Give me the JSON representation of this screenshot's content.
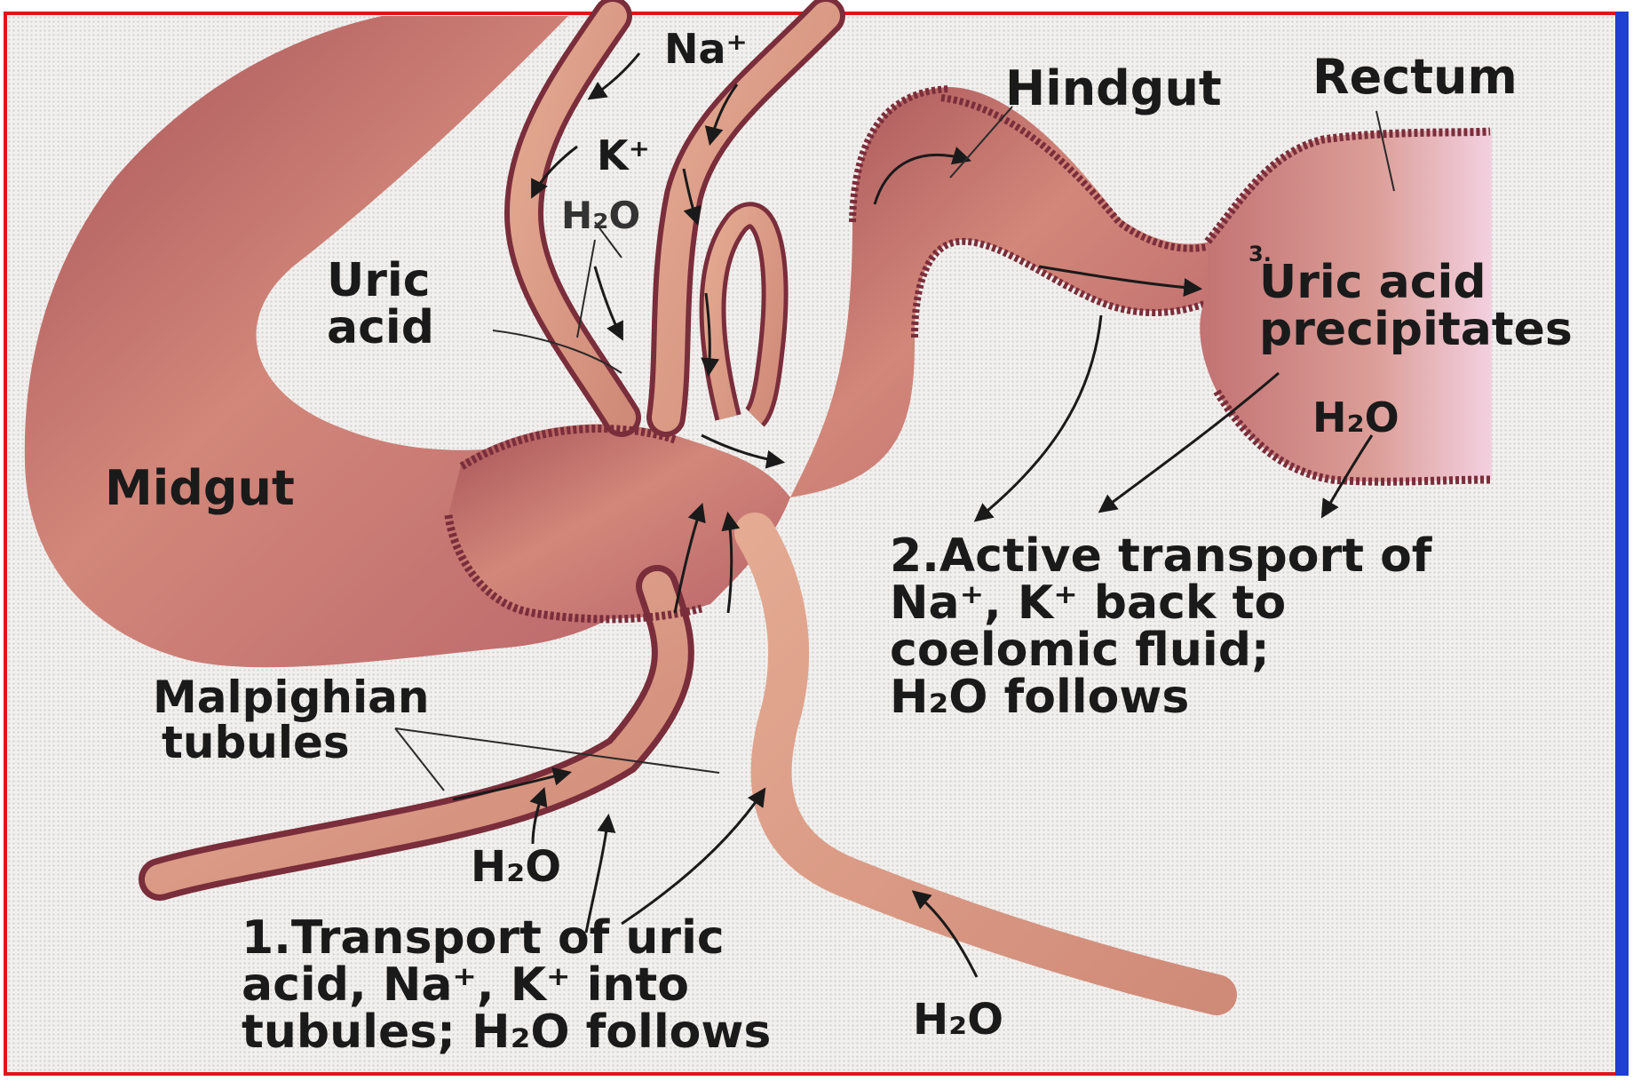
{
  "labels": {
    "midgut": "Midgut",
    "hindgut": "Hindgut",
    "rectum": "Rectum",
    "uric_acid": [
      "Uric",
      "acid"
    ],
    "malpighian": [
      "Malpighian",
      "tubules"
    ],
    "step1": [
      "1.Transport of uric",
      "acid, Na⁺, K⁺ into",
      "tubules; H₂O follows"
    ],
    "step2": [
      "2.Active transport of",
      "Na⁺, K⁺ back to",
      "coelomic fluid;",
      "H₂O follows"
    ],
    "step3_num": "3.",
    "step3": [
      "Uric acid",
      "precipitates"
    ],
    "na": "Na⁺",
    "k": "K⁺",
    "h2o": "H₂O"
  },
  "colors": {
    "tissue": "#c9786f",
    "tissue_dark": "#9e4a4e",
    "tubule": "#e0a38a",
    "wall": "#7a2d3a",
    "frame": "#e0141b",
    "frame_right": "#1e3fd2"
  }
}
